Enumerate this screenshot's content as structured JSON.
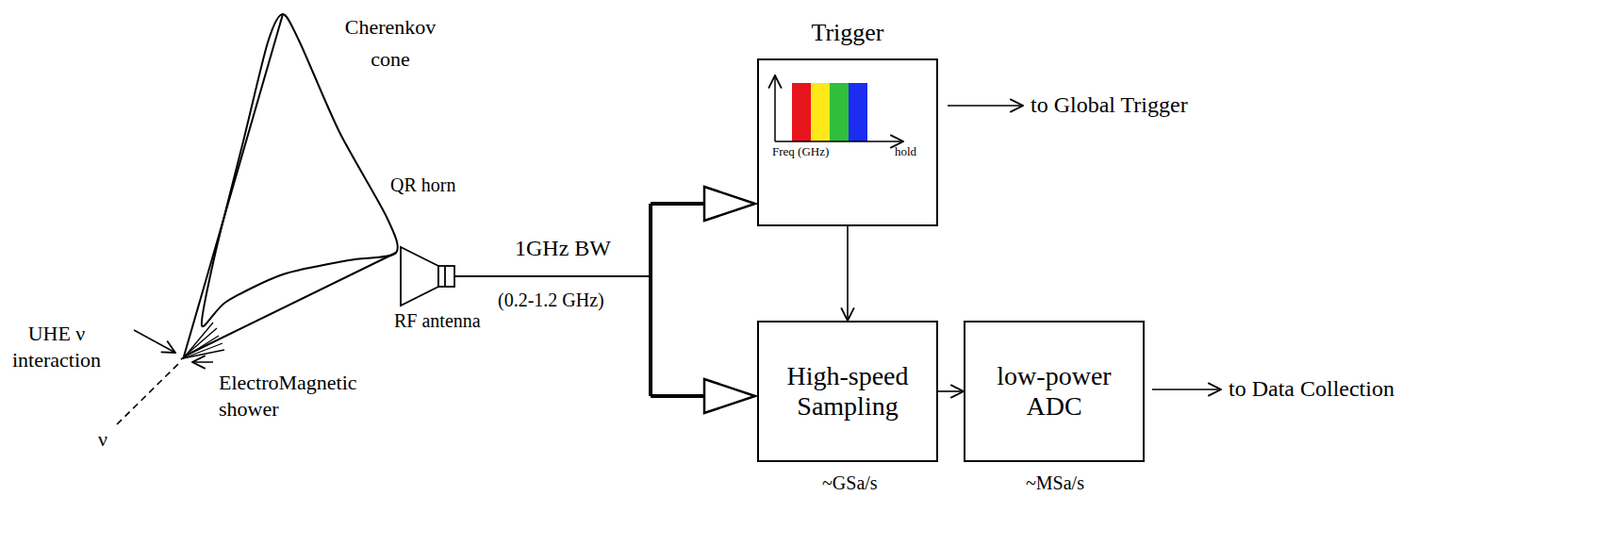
{
  "diagram": {
    "nodes": [
      {
        "text": [
          "Trigger",
          "Freq (GHz)",
          "hold"
        ]
      },
      {
        "text": [
          "High-speed Sampling"
        ]
      },
      {
        "text": [
          "low-power ADC"
        ]
      }
    ],
    "edges": [
      {
        "from": 0,
        "to": 1,
        "arrow": "to"
      },
      {
        "from": 1,
        "to": 2,
        "arrow": "to"
      }
    ],
    "labels": [
      "Cherenkov cone",
      "QR horn",
      "RF antenna",
      "1GHz BW",
      "(0.2-1.2 GHz)",
      "UHE ν interaction",
      "ElectroMagnetic shower",
      "ν",
      "to Global Trigger",
      "to Data Collection",
      "~GSa/s",
      "~MSa/s"
    ]
  }
}
